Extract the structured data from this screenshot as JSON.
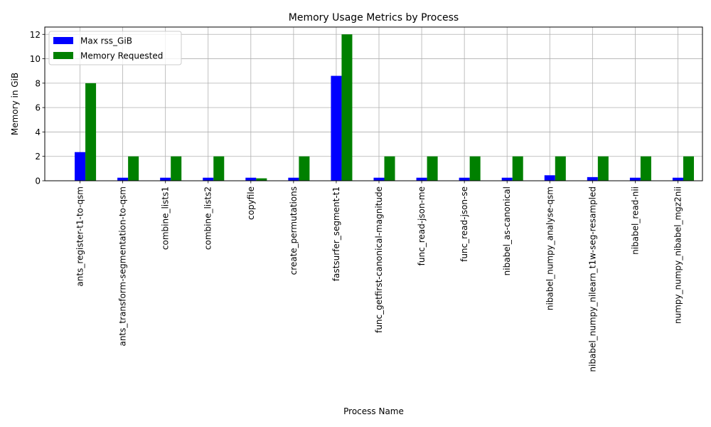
{
  "chart_data": {
    "type": "bar",
    "title": "Memory Usage Metrics by Process",
    "xlabel": "Process Name",
    "ylabel": "Memory in GiB",
    "categories": [
      "ants_register-t1-to-qsm",
      "ants_transform-segmentation-to-qsm",
      "combine_lists1",
      "combine_lists2",
      "copyfile",
      "create_permutations",
      "fastsurfer_segment-t1",
      "func_getfirst-canonical-magnitude",
      "func_read-json-me",
      "func_read-json-se",
      "nibabel_as-canonical",
      "nibabel_numpy_analyse-qsm",
      "nibabel_numpy_nilearn_t1w-seg-resampled",
      "nibabel_read-nii",
      "numpy_numpy_nibabel_mgz2nii"
    ],
    "series": [
      {
        "name": "Max rss_GiB",
        "color": "#0000ff",
        "values": [
          2.35,
          0.25,
          0.25,
          0.25,
          0.25,
          0.25,
          8.6,
          0.25,
          0.25,
          0.25,
          0.25,
          0.45,
          0.3,
          0.25,
          0.25
        ]
      },
      {
        "name": "Memory Requested",
        "color": "#008000",
        "values": [
          8,
          2,
          2,
          2,
          0.2,
          2,
          12,
          2,
          2,
          2,
          2,
          2,
          2,
          2,
          2
        ]
      }
    ],
    "ylim": [
      0,
      12.6
    ],
    "yticks": [
      0,
      2,
      4,
      6,
      8,
      10,
      12
    ],
    "grid": true,
    "legend_position": "top-left"
  }
}
